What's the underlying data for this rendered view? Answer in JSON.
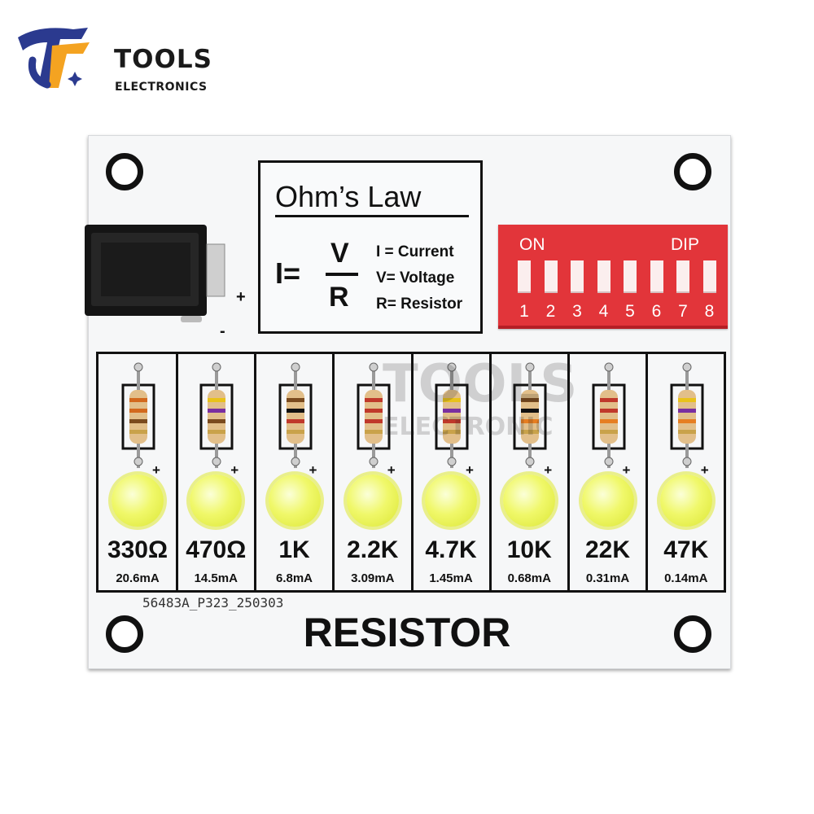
{
  "logo": {
    "line1": "TOOLS",
    "line2": "ELECTRONICS",
    "colors": {
      "navy": "#2b3a8f",
      "orange": "#f4a321"
    }
  },
  "board": {
    "jack_plus": "+",
    "jack_minus": "-",
    "ohms_law": {
      "title": "Ohm’s Law",
      "I": "I=",
      "V": "V",
      "R": "R",
      "definitions": [
        "I = Current",
        "V= Voltage",
        "R= Resistor"
      ]
    },
    "dip": {
      "on_label": "ON",
      "label": "DIP",
      "numbers": [
        "1",
        "2",
        "3",
        "4",
        "5",
        "6",
        "7",
        "8"
      ],
      "color": "#e2353a"
    },
    "channels": [
      {
        "value": "330Ω",
        "current": "20.6mA",
        "bands": [
          "#d2691e",
          "#d2691e",
          "#7a4a1e",
          "#c9a24a"
        ]
      },
      {
        "value": "470Ω",
        "current": "14.5mA",
        "bands": [
          "#e9c21b",
          "#7a2fa0",
          "#7a4a1e",
          "#c9a24a"
        ]
      },
      {
        "value": "1K",
        "current": "6.8mA",
        "bands": [
          "#7a4a1e",
          "#111111",
          "#c0392b",
          "#c9a24a"
        ]
      },
      {
        "value": "2.2K",
        "current": "3.09mA",
        "bands": [
          "#c0392b",
          "#c0392b",
          "#c0392b",
          "#c9a24a"
        ]
      },
      {
        "value": "4.7K",
        "current": "1.45mA",
        "bands": [
          "#e9c21b",
          "#7a2fa0",
          "#c0392b",
          "#c9a24a"
        ]
      },
      {
        "value": "10K",
        "current": "0.68mA",
        "bands": [
          "#7a4a1e",
          "#111111",
          "#e67e22",
          "#c9a24a"
        ]
      },
      {
        "value": "22K",
        "current": "0.31mA",
        "bands": [
          "#c0392b",
          "#c0392b",
          "#e67e22",
          "#c9a24a"
        ]
      },
      {
        "value": "47K",
        "current": "0.14mA",
        "bands": [
          "#e9c21b",
          "#7a2fa0",
          "#e67e22",
          "#c9a24a"
        ]
      }
    ],
    "led_plus": "+",
    "part_code": "56483A_P323_250303",
    "title": "RESISTOR"
  },
  "watermark": {
    "line1": "TOOLS",
    "line2": "ELECTRONIC"
  }
}
